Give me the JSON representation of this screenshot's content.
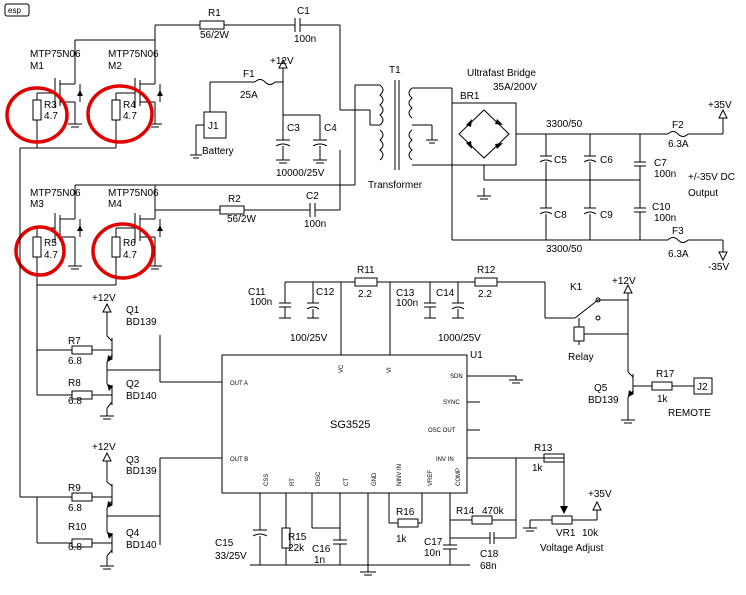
{
  "logo": "esp",
  "mosfets": [
    {
      "ref": "M1",
      "type": "MTP75N06"
    },
    {
      "ref": "M2",
      "type": "MTP75N06"
    },
    {
      "ref": "M3",
      "type": "MTP75N06"
    },
    {
      "ref": "M4",
      "type": "MTP75N06"
    }
  ],
  "gate_resistors": [
    {
      "ref": "R3",
      "value": "4.7"
    },
    {
      "ref": "R4",
      "value": "4.7"
    },
    {
      "ref": "R5",
      "value": "4.7"
    },
    {
      "ref": "R6",
      "value": "4.7"
    }
  ],
  "snubbers": {
    "r1": {
      "ref": "R1",
      "value": "56/2W"
    },
    "c1": {
      "ref": "C1",
      "value": "100n"
    },
    "r2": {
      "ref": "R2",
      "value": "56/2W"
    },
    "c2": {
      "ref": "C2",
      "value": "100n"
    }
  },
  "supply": {
    "rail": "+12V",
    "fuse": {
      "ref": "F1",
      "value": "25A"
    },
    "jack": "J1",
    "jack_label": "Battery",
    "c3": "C3",
    "c4": "C4",
    "c34_value": "10000/25V"
  },
  "transformer": {
    "ref": "T1",
    "label": "Transformer"
  },
  "bridge": {
    "ref": "BR1",
    "title": "Ultrafast Bridge",
    "rating": "35A/200V"
  },
  "output": {
    "cap_value_top": "3300/50",
    "cap_value_bot": "3300/50",
    "c5": "C5",
    "c6": "C6",
    "c7": "C7",
    "c7v": "100n",
    "c8": "C8",
    "c9": "C9",
    "c10": "C10",
    "c10v": "100n",
    "f2": "F2",
    "f2v": "6.3A",
    "f3": "F3",
    "f3v": "6.3A",
    "pos": "+35V",
    "neg": "-35V",
    "label": "+/-35V DC",
    "label2": "Output"
  },
  "drivers": [
    {
      "ref": "Q1",
      "type": "BD139",
      "rail": "+12V",
      "r": "R7",
      "rv": "6.8"
    },
    {
      "ref": "Q2",
      "type": "BD140",
      "r": "R8",
      "rv": "6.8"
    },
    {
      "ref": "Q3",
      "type": "BD139",
      "rail": "+12V",
      "r": "R9",
      "rv": "6.8"
    },
    {
      "ref": "Q4",
      "type": "BD140",
      "r": "R10",
      "rv": "6.8"
    }
  ],
  "control": {
    "c11": "C11",
    "c11v": "100n",
    "c12": "C12",
    "c1112v": "100/25V",
    "r11": "R11",
    "r11v": "2.2",
    "c13": "C13",
    "c13v": "100n",
    "c14": "C14",
    "c1314v": "1000/25V",
    "r12": "R12",
    "r12v": "2.2"
  },
  "ic": {
    "ref": "U1",
    "name": "SG3525",
    "pins": {
      "vc": "VC",
      "vi": "VI",
      "sdn": "SDN",
      "sync": "SYNC",
      "osc": "OSC OUT",
      "outa": "OUT A",
      "outb": "OUT B",
      "invin": "INV IN",
      "css": "CSS",
      "rt": "RT",
      "disc": "DISC",
      "ct": "CT",
      "gnd": "GND",
      "ninv": "NINV IN",
      "vref": "VREF",
      "comp": "COMP"
    }
  },
  "relay": {
    "ref": "K1",
    "label": "Relay",
    "rail": "+12V"
  },
  "remote": {
    "q": "Q5",
    "qtype": "BD139",
    "r": "R17",
    "rv": "1k",
    "j": "J2",
    "label": "REMOTE"
  },
  "feedback": {
    "r13": "R13",
    "r13v": "1k",
    "vr1": "VR1",
    "vr1v": "10k",
    "vr_label": "Voltage Adjust",
    "rail": "+35V",
    "r14": "R14",
    "r14v": "470k",
    "c17": "C17",
    "c17v": "10n",
    "c18": "C18",
    "c18v": "68n",
    "r15": "R15",
    "r15v": "22k",
    "c15": "C15",
    "c15v": "33/25V",
    "c16": "C16",
    "c16v": "1n",
    "r16": "R16",
    "r16v": "1k"
  },
  "colors": {
    "highlight": "#e00000",
    "ink": "#000000"
  }
}
